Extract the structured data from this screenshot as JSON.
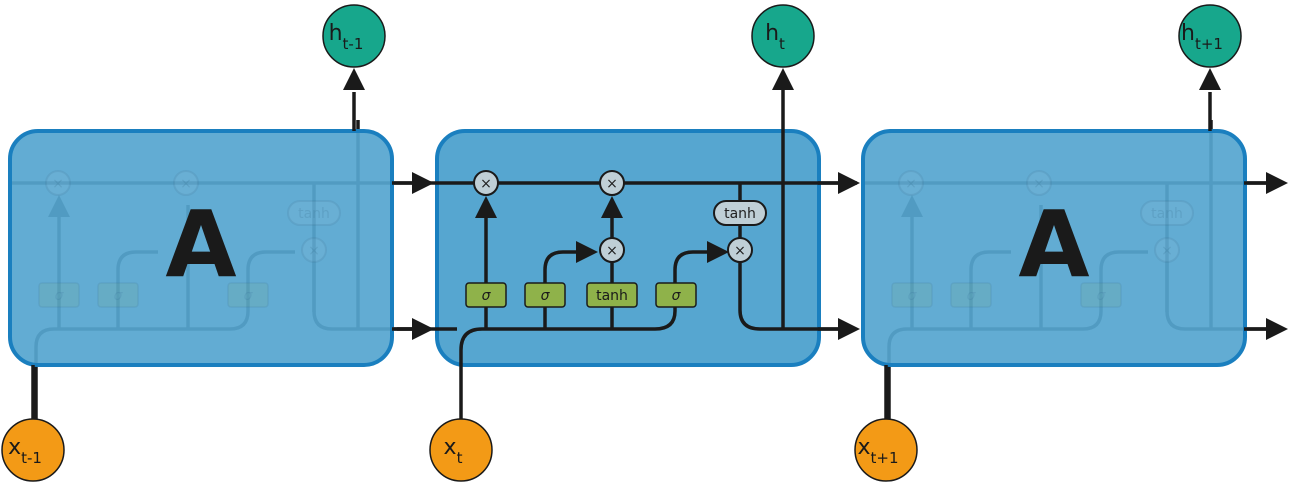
{
  "diagram": {
    "title": "LSTM unrolled chain",
    "colors": {
      "cell_fill": "#56a6d0",
      "cell_border": "#1a7fbf",
      "hidden_fill": "#17a78c",
      "input_fill": "#f39a16",
      "gate_fill": "#8fb24a",
      "pointwise_fill": "#bfcfd6",
      "line": "#1a1a1a"
    },
    "cells": [
      {
        "id": "prev",
        "label": "A",
        "collapsed": true,
        "input": {
          "base": "x",
          "sub": "t-1"
        },
        "output": {
          "base": "h",
          "sub": "t-1"
        }
      },
      {
        "id": "curr",
        "label": "",
        "collapsed": false,
        "input": {
          "base": "x",
          "sub": "t"
        },
        "output": {
          "base": "h",
          "sub": "t"
        }
      },
      {
        "id": "next",
        "label": "A",
        "collapsed": true,
        "input": {
          "base": "x",
          "sub": "t+1"
        },
        "output": {
          "base": "h",
          "sub": "t+1"
        }
      }
    ],
    "layers": {
      "gate1": "σ",
      "gate2": "σ",
      "candidate": "tanh",
      "gate3": "σ"
    },
    "pointwise": {
      "multiply": "×",
      "tanh": "tanh"
    }
  }
}
